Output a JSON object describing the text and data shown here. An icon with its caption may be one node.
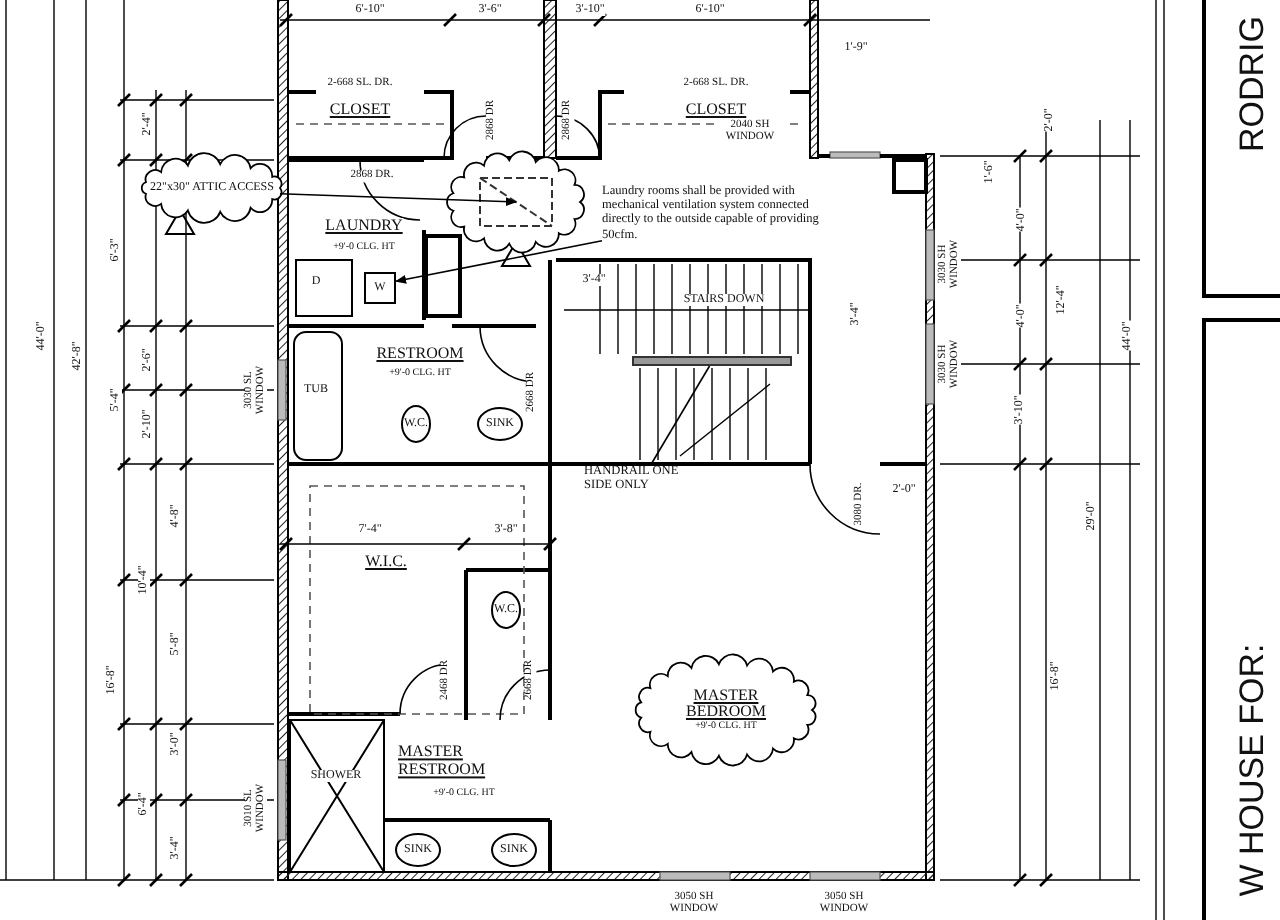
{
  "diagram": {
    "nodes": [
      {
        "text": [
          "22\"x30\" ATTIC ACCESS"
        ]
      },
      {
        "text": [],
        "shape": "cloud"
      },
      {
        "text": [
          "Laundry rooms shall be provided with mechanical ventilation system connected directly to the outside capable of providing 50cfm."
        ]
      },
      {
        "text": [
          "W"
        ]
      },
      {
        "text": [
          "HANDRAIL ONE SIDE ONLY"
        ]
      },
      {
        "text": [],
        "shape": "bar"
      },
      {
        "text": [
          "MASTER BEDROOM",
          "+9'-0 CLG. HT"
        ]
      }
    ],
    "edges": [
      {
        "from": 0,
        "to": 1,
        "arrow": "to"
      },
      {
        "from": 2,
        "to": 3,
        "arrow": "to"
      },
      {
        "from": 4,
        "to": 5,
        "arrow": "none"
      }
    ],
    "labels": [
      "6'-10\"",
      "3'-6\"",
      "3'-10\"",
      "6'-10\"",
      "1'-9\"",
      "2-668 SL. DR.",
      "2-668 SL. DR.",
      "CLOSET",
      "CLOSET",
      "2'-4\"",
      "2868 DR",
      "2868 DR",
      "2040 SH WINDOW",
      "2'-0\"",
      "2868 DR.",
      "1'-6\"",
      "LAUNDRY",
      "4'-0\"",
      "6'-3\"",
      "+9'-0 CLG. HT",
      "3030 SH WINDOW",
      "D",
      "3'-4\"",
      "STAIRS DOWN",
      "3'-4\"",
      "4'-0\"",
      "12'-4\"",
      "44'-0\"",
      "42'-8\"",
      "44'-0\"",
      "2'-6\"",
      "RESTROOM",
      "3030 SH WINDOW",
      "+9'-0 CLG. HT",
      "5'-4\"",
      "3030 SL WINDOW",
      "TUB",
      "2668 DR",
      "2'-10\"",
      "W.C.",
      "SINK",
      "3'-10\"",
      "4'-8\"",
      "7'-4\"",
      "3'-8\"",
      "3080 DR.",
      "2'-0\"",
      "29'-0\"",
      "W.I.C.",
      "10'-4\"",
      "W.C.",
      "5'-8\"",
      "16'-8\"",
      "2468 DR",
      "2668 DR",
      "16'-8\"",
      "3'-0\"",
      "SHOWER",
      "MASTER RESTROOM",
      "6'-4\"",
      "3010 SL WINDOW",
      "+9'-0 CLG. HT",
      "3'-4\"",
      "SINK",
      "SINK",
      "3050 SH WINDOW",
      "3050 SH WINDOW",
      "RODRIG",
      "W HOUSE FOR:"
    ]
  }
}
